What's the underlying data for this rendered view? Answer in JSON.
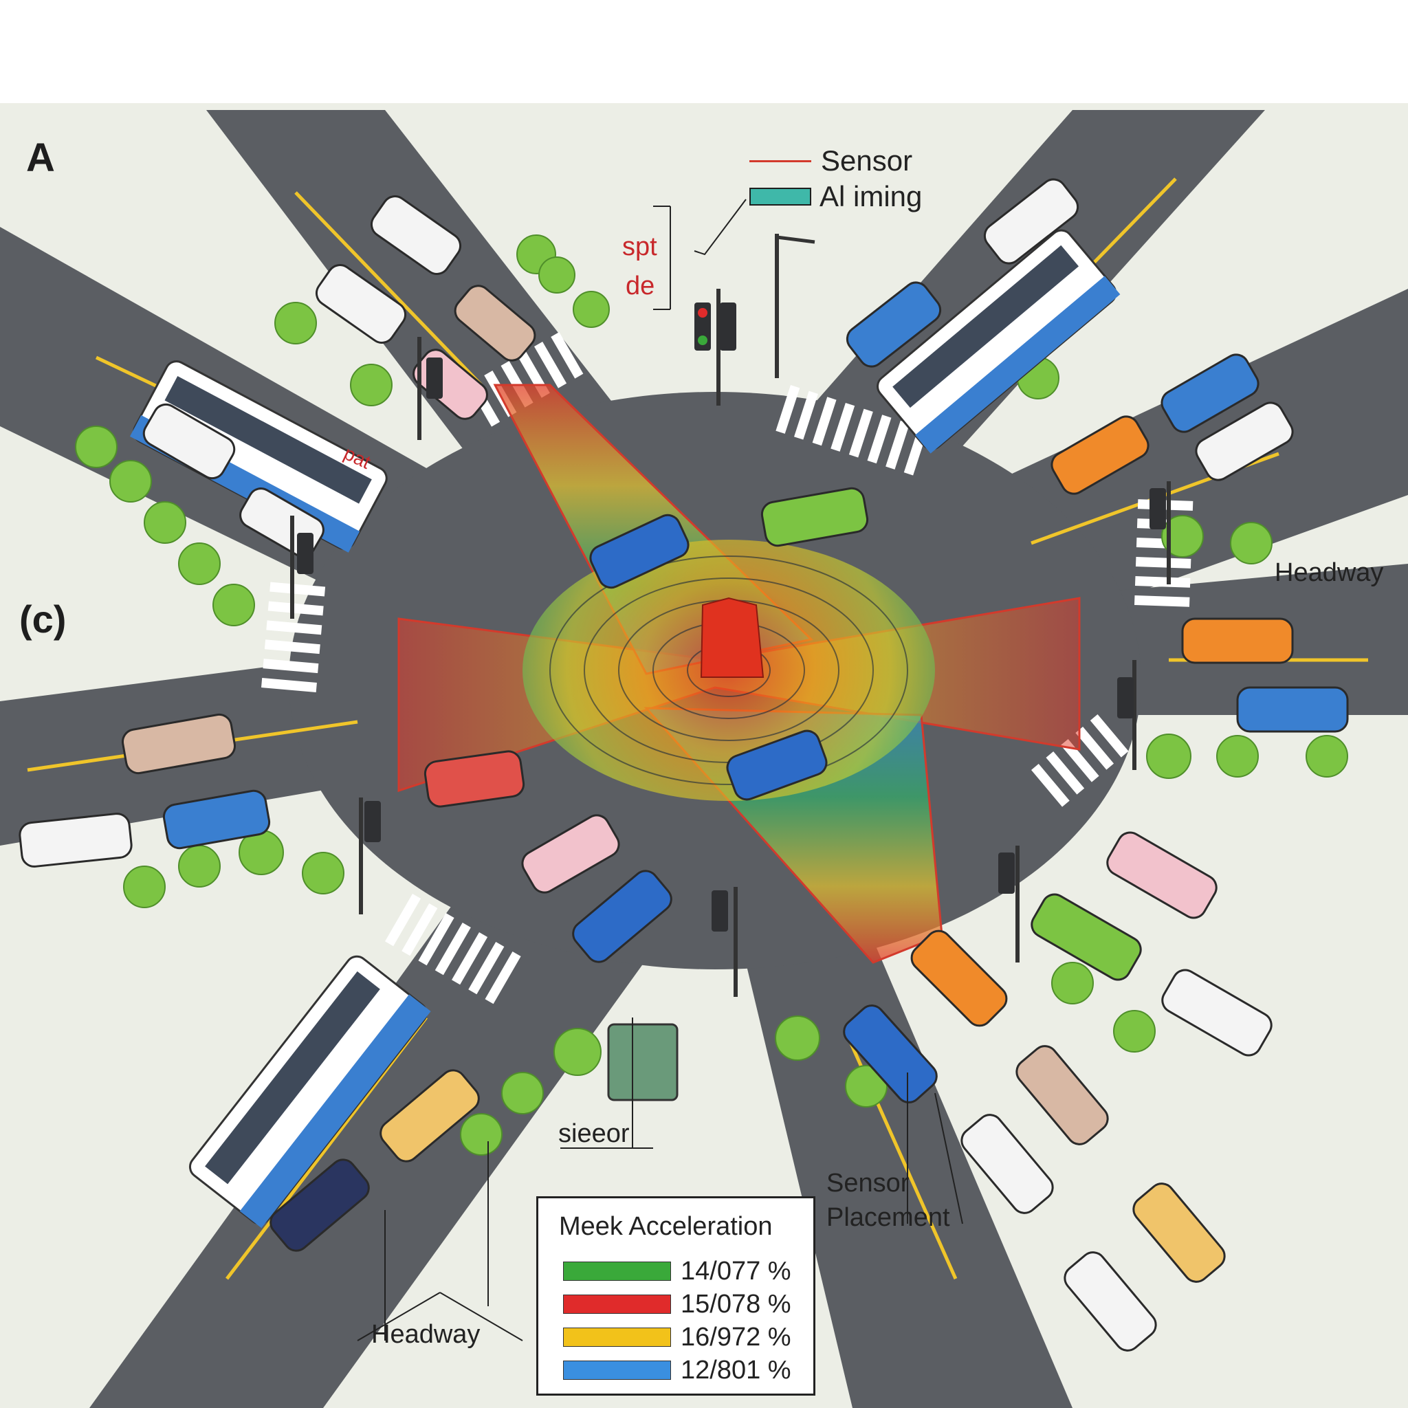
{
  "panel_labels": {
    "a": "A",
    "c": "(c)"
  },
  "top_legend": {
    "line_label": "Sensor",
    "box_label": "Al iming",
    "line_color": "#d33a2c",
    "box_color": "#3fb8a9"
  },
  "red_notes": {
    "note1": "spt",
    "note2": "de",
    "bus_note": "pat"
  },
  "callouts": {
    "headway_right": "Headway",
    "headway_bottom": "Headway",
    "sieeor": "sieeor",
    "sensor_placement_1": "Sensor",
    "sensor_placement_2": "Placement"
  },
  "legend": {
    "title": "Meek Acceleration",
    "items": [
      {
        "value": "14/077 %",
        "color": "#3aa93a"
      },
      {
        "value": "15/078 %",
        "color": "#e02b2b"
      },
      {
        "value": "16/972 %",
        "color": "#f2c21a"
      },
      {
        "value": "12/801 %",
        "color": "#3a8fe0"
      }
    ]
  },
  "colors": {
    "road": "#5b5e63",
    "sidewalk": "#e9eae3",
    "lane_yellow": "#f0c52a",
    "tree": "#7cc443"
  }
}
